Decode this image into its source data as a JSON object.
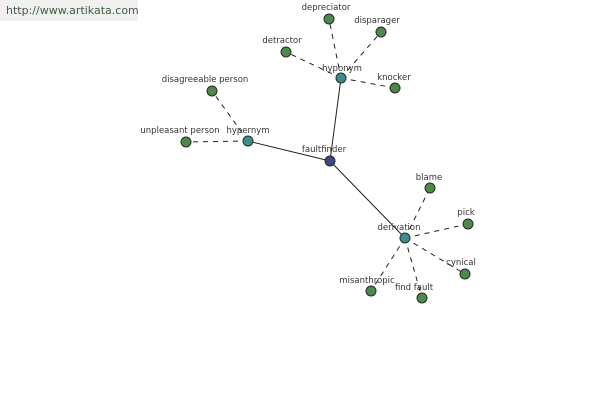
{
  "banner": {
    "text": "http://www.artikata.com"
  },
  "colors": {
    "center": "#3b4a8c",
    "relation": "#3c8e8e",
    "leaf": "#4c8a4c"
  },
  "graph": {
    "nodes": [
      {
        "id": "faultfinder",
        "label": "faultfinder",
        "kind": "center"
      },
      {
        "id": "hypernym",
        "label": "hypernym",
        "kind": "relation"
      },
      {
        "id": "hyponym",
        "label": "hyponym",
        "kind": "relation"
      },
      {
        "id": "derivation",
        "label": "derivation",
        "kind": "relation"
      },
      {
        "id": "disagreeable_person",
        "label": "disagreeable person",
        "kind": "leaf"
      },
      {
        "id": "unpleasant_person",
        "label": "unpleasant person",
        "kind": "leaf"
      },
      {
        "id": "depreciator",
        "label": "depreciator",
        "kind": "leaf"
      },
      {
        "id": "disparager",
        "label": "disparager",
        "kind": "leaf"
      },
      {
        "id": "detractor",
        "label": "detractor",
        "kind": "leaf"
      },
      {
        "id": "knocker",
        "label": "knocker",
        "kind": "leaf"
      },
      {
        "id": "blame",
        "label": "blame",
        "kind": "leaf"
      },
      {
        "id": "pick",
        "label": "pick",
        "kind": "leaf"
      },
      {
        "id": "cynical",
        "label": "cynical",
        "kind": "leaf"
      },
      {
        "id": "find_fault",
        "label": "find fault",
        "kind": "leaf"
      },
      {
        "id": "misanthropic",
        "label": "misanthropic",
        "kind": "leaf"
      }
    ],
    "edges": [
      {
        "from": "faultfinder",
        "to": "hypernym",
        "style": "solid"
      },
      {
        "from": "faultfinder",
        "to": "hyponym",
        "style": "solid"
      },
      {
        "from": "faultfinder",
        "to": "derivation",
        "style": "solid"
      },
      {
        "from": "hypernym",
        "to": "disagreeable_person",
        "style": "dashed"
      },
      {
        "from": "hypernym",
        "to": "unpleasant_person",
        "style": "dashed"
      },
      {
        "from": "hyponym",
        "to": "depreciator",
        "style": "dashed"
      },
      {
        "from": "hyponym",
        "to": "disparager",
        "style": "dashed"
      },
      {
        "from": "hyponym",
        "to": "detractor",
        "style": "dashed"
      },
      {
        "from": "hyponym",
        "to": "knocker",
        "style": "dashed"
      },
      {
        "from": "derivation",
        "to": "blame",
        "style": "dashed"
      },
      {
        "from": "derivation",
        "to": "pick",
        "style": "dashed"
      },
      {
        "from": "derivation",
        "to": "cynical",
        "style": "dashed"
      },
      {
        "from": "derivation",
        "to": "find_fault",
        "style": "dashed"
      },
      {
        "from": "derivation",
        "to": "misanthropic",
        "style": "dashed"
      }
    ]
  }
}
